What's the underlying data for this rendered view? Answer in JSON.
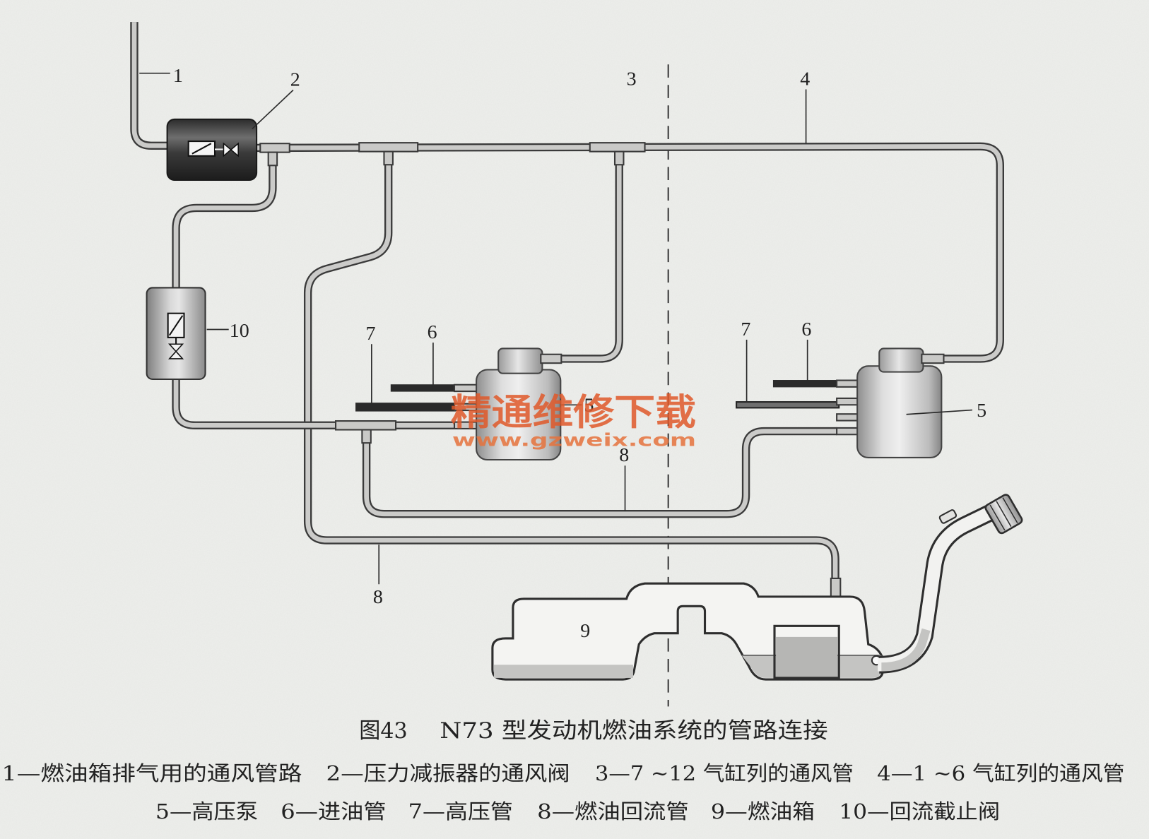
{
  "diagram": {
    "labels": [
      "1",
      "2",
      "3",
      "4",
      "10",
      "7",
      "6",
      "5",
      "7",
      "6",
      "5",
      "8",
      "8",
      "9"
    ],
    "watermark": {
      "name": "精通维修下载",
      "url": "www.gzweix.com"
    }
  },
  "caption": {
    "figure_number": "图43",
    "title": "N73 型发动机燃油系统的管路连接"
  },
  "legend": {
    "row1": [
      "1—燃油箱排气用的通风管路",
      "2—压力减振器的通风阀",
      "3—7 ~12 气缸列的通风管",
      "4—1 ~6 气缸列的通风管"
    ],
    "row2": [
      "5—高压泵",
      "6—进油管",
      "7—高压管",
      "8—燃油回流管",
      "9—燃油箱",
      "10—回流截止阀"
    ]
  },
  "colors": {
    "paper": "#eeefec",
    "watermark": "#e0592a",
    "watermark_url": "#e6733d"
  }
}
